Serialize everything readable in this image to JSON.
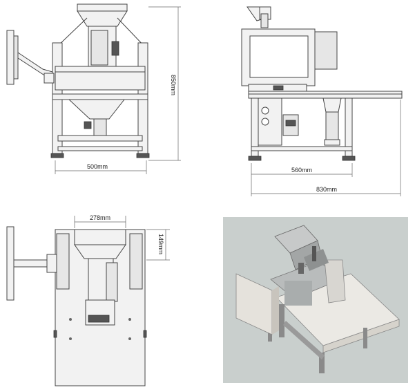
{
  "front_view": {
    "width_label": "500mm",
    "height_label": "850mm"
  },
  "side_view": {
    "inner_width_label": "560mm",
    "outer_width_label": "830mm"
  },
  "top_view": {
    "hopper_width_label": "278mm",
    "hopper_depth_label": "149mm"
  },
  "render_view": {
    "background_color": "#c9cfcd"
  }
}
